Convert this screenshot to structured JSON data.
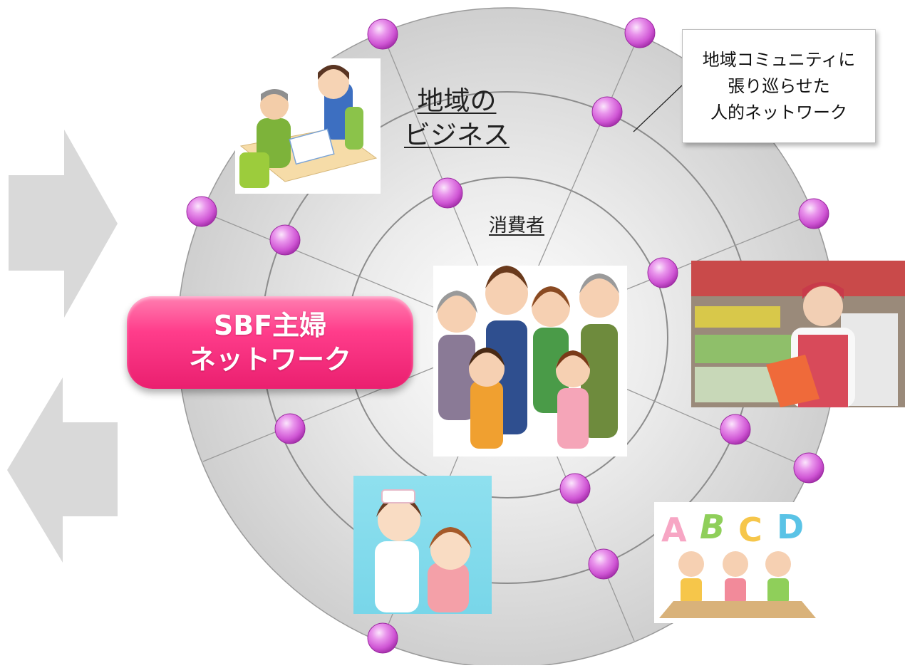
{
  "diagram": {
    "rings": {
      "outer": "",
      "middle": "地域の ビジネス",
      "inner": "消費者"
    },
    "labels": {
      "business_line1": "地域の",
      "business_line2": "ビジネス",
      "consumer": "消費者"
    },
    "callout": {
      "line1": "地域コミュニティに",
      "line2": "張り巡らせた",
      "line3": "人的ネットワーク"
    },
    "hub": {
      "line1": "SBF主婦",
      "line2": "ネットワーク"
    },
    "images": [
      "consultation-illustration",
      "family-illustration",
      "supermarket-staff-photo",
      "nurse-child-illustration",
      "abc-children-illustration"
    ],
    "colors": {
      "ring_fill": "#dcdcdc",
      "ring_line": "#8c8c8c",
      "node": "#e27ce6",
      "hub_pink": "#f0267a",
      "arrow_gray": "#d9d9d9"
    }
  }
}
